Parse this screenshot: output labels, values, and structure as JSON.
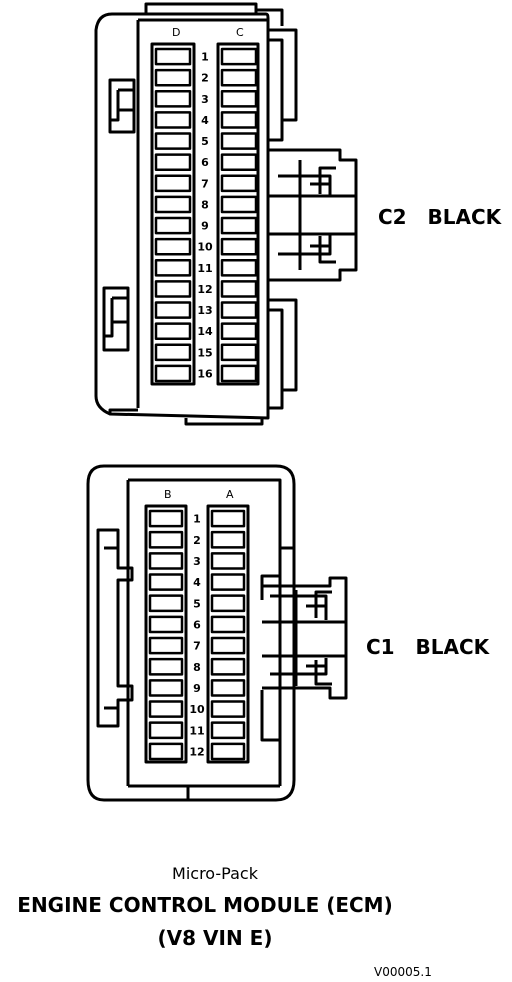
{
  "connectors": {
    "c2": {
      "label": "C2   BLACK",
      "columns": [
        "D",
        "C"
      ],
      "pins": [
        "1",
        "2",
        "3",
        "4",
        "5",
        "6",
        "7",
        "8",
        "9",
        "10",
        "11",
        "12",
        "13",
        "14",
        "15",
        "16"
      ]
    },
    "c1": {
      "label": "C1   BLACK",
      "columns": [
        "B",
        "A"
      ],
      "pins": [
        "1",
        "2",
        "3",
        "4",
        "5",
        "6",
        "7",
        "8",
        "9",
        "10",
        "11",
        "12"
      ]
    }
  },
  "caption": {
    "subtitle": "Micro-Pack",
    "title_line1": "ENGINE CONTROL MODULE (ECM)",
    "title_line2": "(V8 VIN E)"
  },
  "figure_id": "V00005.1"
}
